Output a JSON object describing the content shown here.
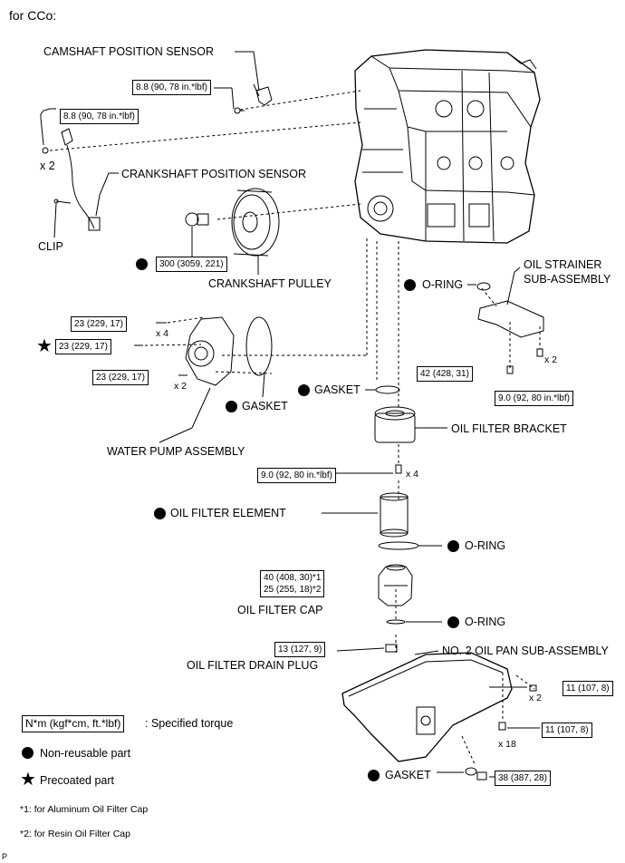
{
  "header": "for CCo:",
  "labels": {
    "camshaft_sensor": "CAMSHAFT POSITION SENSOR",
    "crankshaft_sensor": "CRANKSHAFT POSITION SENSOR",
    "clip": "CLIP",
    "crankshaft_pulley": "CRANKSHAFT PULLEY",
    "oring_1": "O-RING",
    "oil_strainer_1": "OIL STRAINER",
    "oil_strainer_2": "SUB-ASSEMBLY",
    "gasket_pump": "GASKET",
    "gasket_bracket": "GASKET",
    "water_pump": "WATER PUMP ASSEMBLY",
    "oil_filter_bracket": "OIL FILTER BRACKET",
    "oil_filter_element": "OIL FILTER ELEMENT",
    "oring_2": "O-RING",
    "oil_filter_cap": "OIL FILTER CAP",
    "oring_3": "O-RING",
    "drain_plug": "OIL FILTER DRAIN PLUG",
    "oil_pan": "NO. 2 OIL PAN SUB-ASSEMBLY",
    "gasket_pan": "GASKET"
  },
  "quantities": {
    "q_sensor_bolt": "x 2",
    "q_pump_top": "x 4",
    "q_pump_bottom": "x 2",
    "q_strainer": "x 2",
    "q_bracket": "x 4",
    "q_pan_top": "x 2",
    "q_pan_bottom": "x 18"
  },
  "torques": {
    "t_cam": "8.8 (90, 78 in.*lbf)",
    "t_crank_sensor": "8.8 (90, 78 in.*lbf)",
    "t_pulley": "300 (3059, 221)",
    "t_pump_1": "23 (229, 17)",
    "t_pump_2": "23 (229, 17)",
    "t_pump_3": "23 (229, 17)",
    "t_strainer_1": "42 (428, 31)",
    "t_strainer_2": "9.0 (92, 80 in.*lbf)",
    "t_bracket": "9.0 (92, 80 in.*lbf)",
    "t_cap_1": "40 (408, 30)*1",
    "t_cap_2": "25 (255, 18)*2",
    "t_drain": "13 (127, 9)",
    "t_pan_1": "11 (107, 8)",
    "t_pan_2": "11 (107, 8)",
    "t_pan_drain": "38 (387, 28)"
  },
  "legend": {
    "torque_unit": "N*m (kgf*cm, ft.*lbf)",
    "torque_desc": ": Specified torque",
    "non_reusable": "Non-reusable part",
    "precoated": "Precoated part",
    "note1": "*1: for Aluminum Oil Filter Cap",
    "note2": "*2: for Resin Oil Filter Cap"
  },
  "footer_code": "P"
}
